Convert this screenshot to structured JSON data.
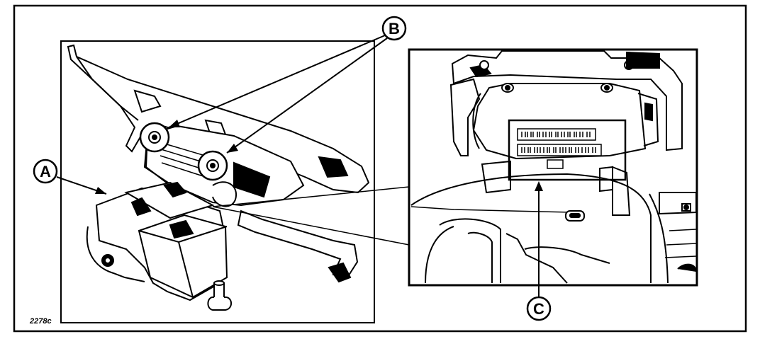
{
  "figure": {
    "id_label": "2278c",
    "callouts": [
      {
        "key": "a",
        "letter": "A"
      },
      {
        "key": "b",
        "letter": "B"
      },
      {
        "key": "c",
        "letter": "C"
      }
    ]
  }
}
